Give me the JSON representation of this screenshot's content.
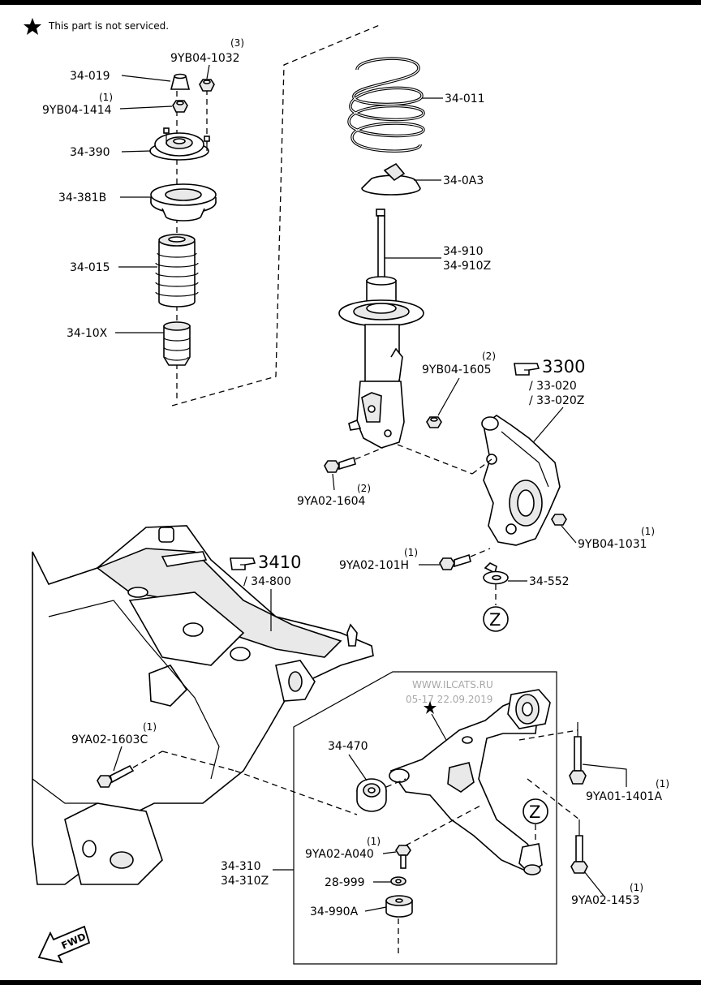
{
  "note": {
    "text": "This part is not serviced."
  },
  "labels": {
    "p34_019": "34-019",
    "p9yb04_1032_qty": "(3)",
    "p9yb04_1032": "9YB04-1032",
    "p9yb04_1414_qty": "(1)",
    "p9yb04_1414": "9YB04-1414",
    "p34_390": "34-390",
    "p34_381b": "34-381B",
    "p34_015": "34-015",
    "p34_10x": "34-10X",
    "p34_011": "34-011",
    "p34_0a3": "34-0A3",
    "p34_910": "34-910",
    "p34_910z": "34-910Z",
    "p9yb04_1605_qty": "(2)",
    "p9yb04_1605": "9YB04-1605",
    "ref3300": "3300",
    "p33_020": "/ 33-020",
    "p33_020z": "/ 33-020Z",
    "p9ya02_1604_qty": "(2)",
    "p9ya02_1604": "9YA02-1604",
    "p9yb04_1031_qty": "(1)",
    "p9yb04_1031": "9YB04-1031",
    "ref3410": "3410",
    "p34_800": "/ 34-800",
    "p9ya02_101h_qty": "(1)",
    "p9ya02_101h": "9YA02-101H",
    "p34_552": "34-552",
    "z_marker": "Z",
    "p9ya02_1603c_qty": "(1)",
    "p9ya02_1603c": "9YA02-1603C",
    "p34_470": "34-470",
    "p9ya01_1401a_qty": "(1)",
    "p9ya01_1401a": "9YA01-1401A",
    "p9ya02_a040_qty": "(1)",
    "p9ya02_a040": "9YA02-A040",
    "p28_999": "28-999",
    "p34_990a": "34-990A",
    "p34_310": "34-310",
    "p34_310z": "34-310Z",
    "p9ya02_1453_qty": "(1)",
    "p9ya02_1453": "9YA02-1453",
    "fwd": "FWD"
  },
  "watermark": {
    "line1": "WWW.ILCATS.RU",
    "line2": "05-17 22.09.2019"
  }
}
